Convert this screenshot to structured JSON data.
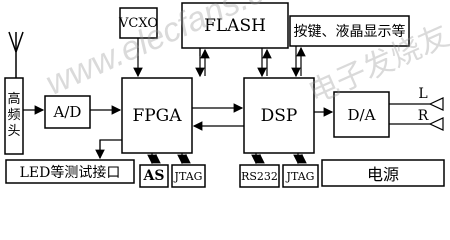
{
  "blocks": {
    "antenna_label": "高频头",
    "ad": "A/D",
    "fpga": "FPGA",
    "dsp": "DSP",
    "da": "D/A",
    "vcxo": "VCXO",
    "flash": "FLASH",
    "keys": "按键、液晶显示等",
    "led": "LED等测试接口",
    "as": "AS",
    "jtag1": "JTAG",
    "rs232": "RS232",
    "jtag2": "JTAG",
    "power": "电源"
  },
  "outputs": {
    "left": "L",
    "right": "R"
  },
  "watermark": {
    "text1": "www.elecfans.com",
    "text2": "电子发烧友"
  }
}
